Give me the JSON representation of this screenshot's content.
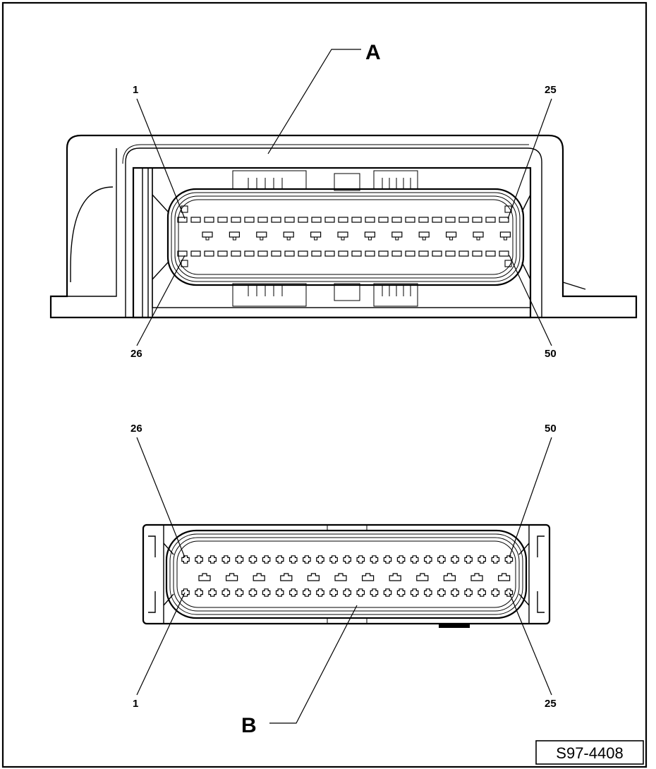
{
  "figure_id": "S97-4408",
  "callouts": {
    "A": "A",
    "B": "B"
  },
  "connector_a": {
    "pin_labels": {
      "top_left": "1",
      "top_right": "25",
      "bottom_left": "26",
      "bottom_right": "50"
    }
  },
  "connector_b": {
    "pin_labels": {
      "top_left": "26",
      "top_right": "50",
      "bottom_left": "1",
      "bottom_right": "25"
    }
  }
}
